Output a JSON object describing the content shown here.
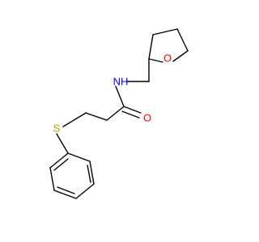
{
  "molecule": {
    "atoms": {
      "O_ring": {
        "symbol": "O",
        "color": "#ff0000"
      },
      "N_amide": {
        "symbol": "NH",
        "color": "#0000ff"
      },
      "O_carbonyl": {
        "symbol": "O",
        "color": "#ff0000"
      },
      "S_thioether": {
        "symbol": "S",
        "color": "#b3a300"
      }
    },
    "bond_color": "#000000",
    "background": "#ffffff"
  }
}
